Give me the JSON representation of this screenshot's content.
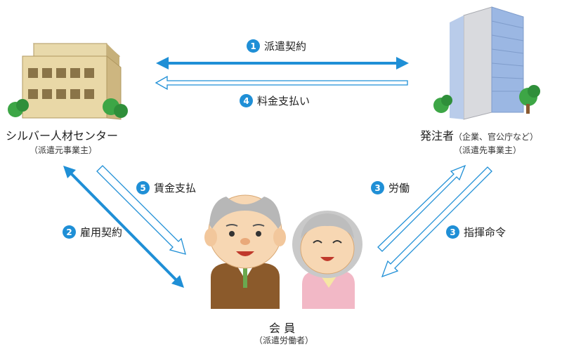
{
  "left_party": {
    "name": "シルバー人材センター",
    "role": "（派遣元事業主）"
  },
  "right_party": {
    "name": "発注者",
    "name_note": "（企業、官公庁など）",
    "role": "（派遣先事業主）"
  },
  "bottom_party": {
    "name": "会 員",
    "role": "（派遣労働者）"
  },
  "steps": [
    {
      "num": "1",
      "label": "派遣契約"
    },
    {
      "num": "4",
      "label": "料金支払い"
    },
    {
      "num": "5",
      "label": "賃金支払"
    },
    {
      "num": "2",
      "label": "雇用契約"
    },
    {
      "num": "3",
      "label": "労働"
    },
    {
      "num": "3",
      "label": "指揮命令"
    }
  ],
  "colors": {
    "accent": "#1f8fd6",
    "badge": "#1f8fd6"
  }
}
